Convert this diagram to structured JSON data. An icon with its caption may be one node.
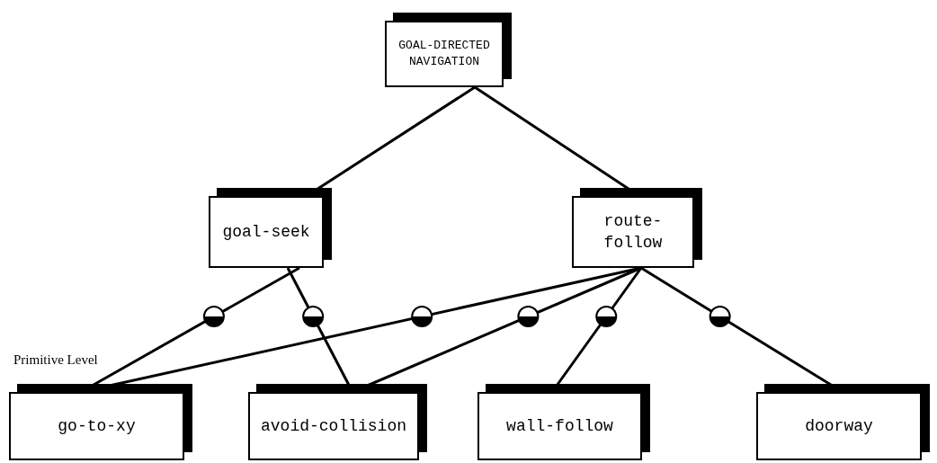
{
  "diagram": {
    "nodes": [
      {
        "text": [
          "GOAL-DIRECTED NAVIGATION"
        ]
      },
      {
        "text": [
          "goal-seek"
        ]
      },
      {
        "text": [
          "route-follow"
        ]
      },
      {
        "text": [
          "go-to-xy"
        ]
      },
      {
        "text": [
          "avoid-collision"
        ]
      },
      {
        "text": [
          "wall-follow"
        ]
      },
      {
        "text": [
          "doorway"
        ]
      }
    ],
    "edges": [
      {
        "from": 0,
        "to": 1,
        "arrow": "none"
      },
      {
        "from": 0,
        "to": 2,
        "arrow": "none"
      },
      {
        "from": 1,
        "to": 3,
        "arrow": "none"
      },
      {
        "from": 1,
        "to": 4,
        "arrow": "none"
      },
      {
        "from": 2,
        "to": 3,
        "arrow": "none"
      },
      {
        "from": 2,
        "to": 4,
        "arrow": "none"
      },
      {
        "from": 2,
        "to": 5,
        "arrow": "none"
      },
      {
        "from": 2,
        "to": 6,
        "arrow": "none"
      }
    ],
    "labels": [
      "Primitive Level"
    ]
  }
}
